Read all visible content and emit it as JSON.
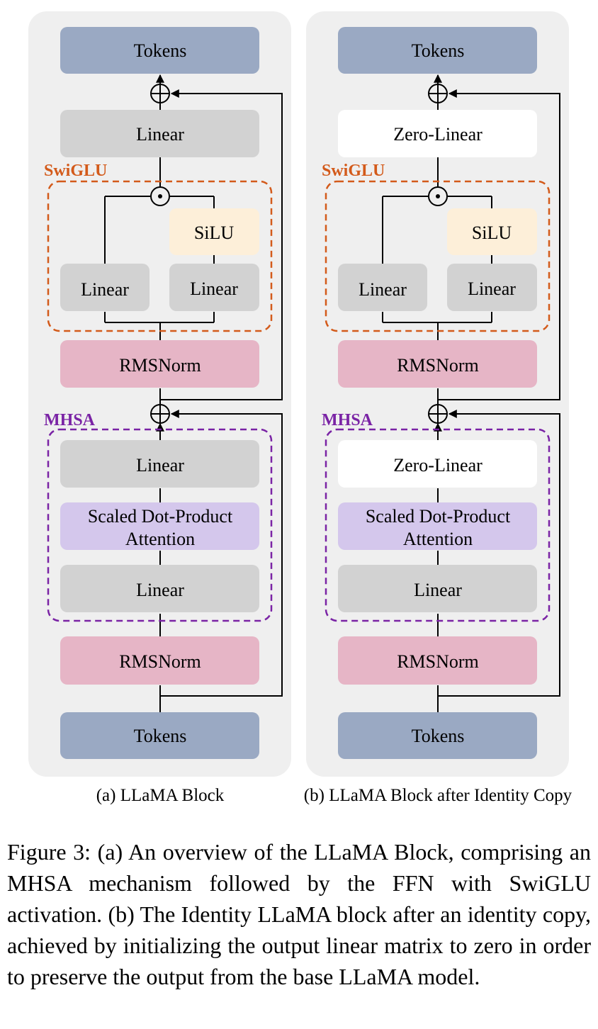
{
  "panels": [
    {
      "caption": "(a) LLaMA Block",
      "top_tokens": "Tokens",
      "ffn_output": "Linear",
      "swiglu_label": "SwiGLU",
      "silu": "SiLU",
      "gate_linear": "Linear",
      "up_linear": "Linear",
      "norm2": "RMSNorm",
      "mhsa_label": "MHSA",
      "attn_output": "Linear",
      "attention_line1": "Scaled Dot-Product",
      "attention_line2": "Attention",
      "attn_input": "Linear",
      "norm1": "RMSNorm",
      "bottom_tokens": "Tokens"
    },
    {
      "caption": "(b) LLaMA Block after Identity Copy",
      "top_tokens": "Tokens",
      "ffn_output": "Zero-Linear",
      "swiglu_label": "SwiGLU",
      "silu": "SiLU",
      "gate_linear": "Linear",
      "up_linear": "Linear",
      "norm2": "RMSNorm",
      "mhsa_label": "MHSA",
      "attn_output": "Zero-Linear",
      "attention_line1": "Scaled Dot-Product",
      "attention_line2": "Attention",
      "attn_input": "Linear",
      "norm1": "RMSNorm",
      "bottom_tokens": "Tokens"
    }
  ],
  "colors": {
    "panel_bg": "#efefef",
    "tokens": "#9aa9c3",
    "linear": "#d2d2d2",
    "zero_linear": "#ffffff",
    "silu": "#fdefd9",
    "rmsnorm": "#e6b5c6",
    "attention": "#d4c7ec",
    "swiglu": "#d35a1a",
    "mhsa": "#7a23a5"
  },
  "caption": "Figure 3: (a) An overview of the LLaMA Block, comprising an MHSA mechanism followed by the FFN with SwiGLU activation. (b) The Identity LLaMA block after an identity copy, achieved by initializing the output linear matrix to zero in order to preserve the output from the base LLaMA model."
}
